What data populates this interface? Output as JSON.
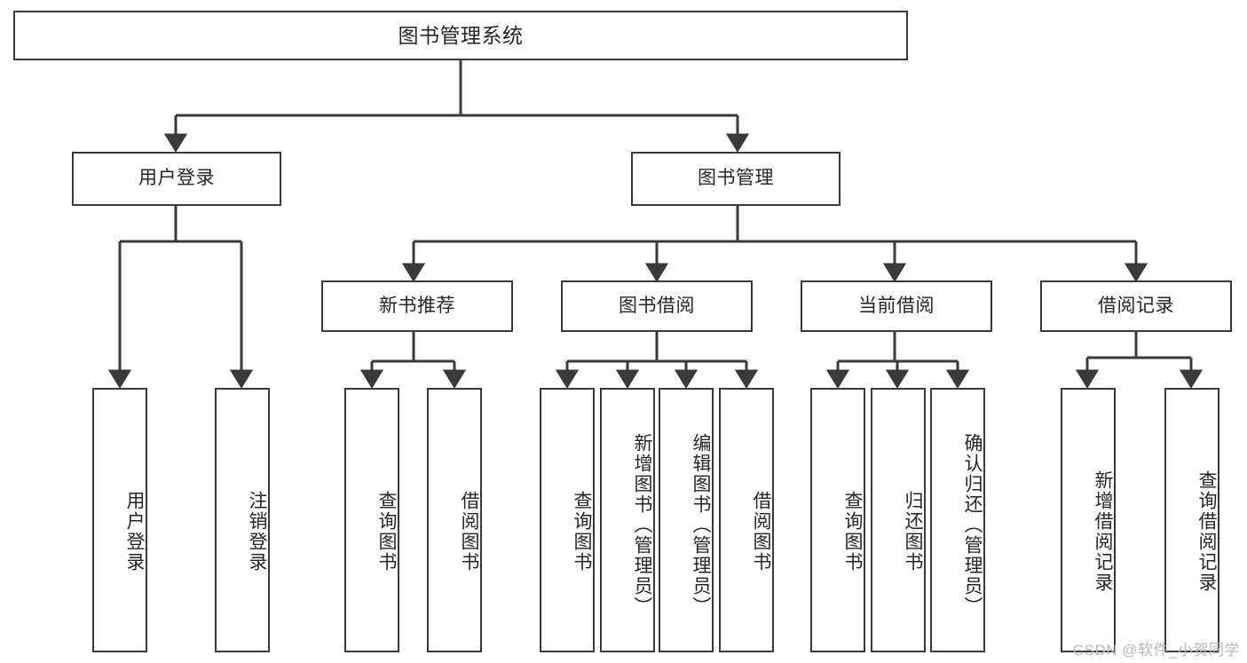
{
  "diagram": {
    "title": "图书管理系统",
    "type": "tree",
    "watermark": "CSDN @软件_小贺同学",
    "colors": {
      "box_border": "#3a3a3a",
      "box_fill": "#ffffff",
      "connector": "#3a3a3a",
      "text": "#262626",
      "watermark": "#b9b9b9",
      "background": "#ffffff"
    },
    "levels": 4,
    "root": {
      "label": "图书管理系统",
      "orientation": "horizontal"
    },
    "level2": [
      {
        "label": "用户登录",
        "orientation": "horizontal"
      },
      {
        "label": "图书管理",
        "orientation": "horizontal"
      }
    ],
    "level3": [
      {
        "label": "新书推荐",
        "orientation": "horizontal",
        "parent": "图书管理"
      },
      {
        "label": "图书借阅",
        "orientation": "horizontal",
        "parent": "图书管理"
      },
      {
        "label": "当前借阅",
        "orientation": "horizontal",
        "parent": "图书管理"
      },
      {
        "label": "借阅记录",
        "orientation": "horizontal",
        "parent": "图书管理"
      }
    ],
    "leaves": {
      "user_login": [
        {
          "label": "用户登录",
          "orientation": "vertical"
        },
        {
          "label": "注销登录",
          "orientation": "vertical"
        }
      ],
      "new_book_recommend": [
        {
          "label": "查询图书",
          "orientation": "vertical"
        },
        {
          "label": "借阅图书",
          "orientation": "vertical"
        }
      ],
      "book_borrow": [
        {
          "label": "查询图书",
          "orientation": "vertical"
        },
        {
          "label": "新增图书（管理员）",
          "orientation": "vertical"
        },
        {
          "label": "编辑图书（管理员）",
          "orientation": "vertical"
        },
        {
          "label": "借阅图书",
          "orientation": "vertical"
        }
      ],
      "current_borrow": [
        {
          "label": "查询图书",
          "orientation": "vertical"
        },
        {
          "label": "归还图书",
          "orientation": "vertical"
        },
        {
          "label": "确认归还（管理员）",
          "orientation": "vertical"
        }
      ],
      "borrow_record": [
        {
          "label": "新增借阅记录",
          "orientation": "vertical"
        },
        {
          "label": "查询借阅记录",
          "orientation": "vertical"
        }
      ]
    }
  }
}
